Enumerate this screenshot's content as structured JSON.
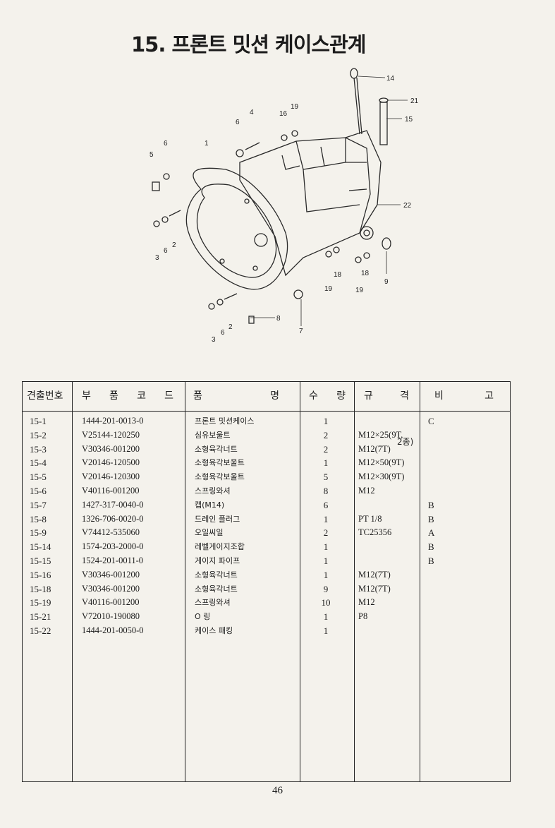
{
  "page": {
    "title": "15. 프론트 밋션 케이스관계",
    "page_number": "46"
  },
  "diagram": {
    "callouts": [
      "14",
      "21",
      "15",
      "22",
      "9",
      "18",
      "19",
      "18",
      "19",
      "16",
      "19",
      "6",
      "4",
      "1",
      "6",
      "5",
      "2",
      "6",
      "3",
      "7",
      "8",
      "2",
      "6",
      "3"
    ]
  },
  "table": {
    "headers": {
      "no": "견출번호",
      "code": [
        "부",
        "품",
        "코",
        "드"
      ],
      "name": [
        "품",
        "명"
      ],
      "qty": [
        "수",
        "량"
      ],
      "spec": [
        "규",
        "격"
      ],
      "remark": [
        "비",
        "고"
      ]
    },
    "spec_note": "2종)",
    "rows": [
      {
        "no": "15-1",
        "code": "1444-201-0013-0",
        "name": "프론트 밋션케이스",
        "qty": "1",
        "spec": "",
        "remark": "C"
      },
      {
        "no": "15-2",
        "code": "V25144-120250",
        "name": "심유보울트",
        "qty": "2",
        "spec": "M12×25(9T,",
        "remark": ""
      },
      {
        "no": "15-3",
        "code": "V30346-001200",
        "name": "소형육각너트",
        "qty": "2",
        "spec": "M12(7T)",
        "remark": ""
      },
      {
        "no": "15-4",
        "code": "V20146-120500",
        "name": "소형육각보울트",
        "qty": "1",
        "spec": "M12×50(9T)",
        "remark": ""
      },
      {
        "no": "15-5",
        "code": "V20146-120300",
        "name": "소형육각보울트",
        "qty": "5",
        "spec": "M12×30(9T)",
        "remark": ""
      },
      {
        "no": "15-6",
        "code": "V40116-001200",
        "name": "스프링와셔",
        "qty": "8",
        "spec": "M12",
        "remark": ""
      },
      {
        "no": "15-7",
        "code": "1427-317-0040-0",
        "name": "캡(M14)",
        "qty": "6",
        "spec": "",
        "remark": "B"
      },
      {
        "no": "15-8",
        "code": "1326-706-0020-0",
        "name": "드레인 플러그",
        "qty": "1",
        "spec": "PT 1/8",
        "remark": "B"
      },
      {
        "no": "15-9",
        "code": "V74412-535060",
        "name": "오일씨일",
        "qty": "2",
        "spec": "TC25356",
        "remark": "A"
      },
      {
        "no": "15-14",
        "code": "1574-203-2000-0",
        "name": "레벨게이지조합",
        "qty": "1",
        "spec": "",
        "remark": "B"
      },
      {
        "no": "15-15",
        "code": "1524-201-0011-0",
        "name": "게이지 파이프",
        "qty": "1",
        "spec": "",
        "remark": "B"
      },
      {
        "no": "15-16",
        "code": "V30346-001200",
        "name": "소형육각너트",
        "qty": "1",
        "spec": "M12(7T)",
        "remark": ""
      },
      {
        "no": "15-18",
        "code": "V30346-001200",
        "name": "소형육각너트",
        "qty": "9",
        "spec": "M12(7T)",
        "remark": ""
      },
      {
        "no": "15-19",
        "code": "V40116-001200",
        "name": "스프링와셔",
        "qty": "10",
        "spec": "M12",
        "remark": ""
      },
      {
        "no": "15-21",
        "code": "V72010-190080",
        "name": "O 링",
        "qty": "1",
        "spec": "P8",
        "remark": ""
      },
      {
        "no": "15-22",
        "code": "1444-201-0050-0",
        "name": "케이스 패킹",
        "qty": "1",
        "spec": "",
        "remark": ""
      }
    ]
  }
}
